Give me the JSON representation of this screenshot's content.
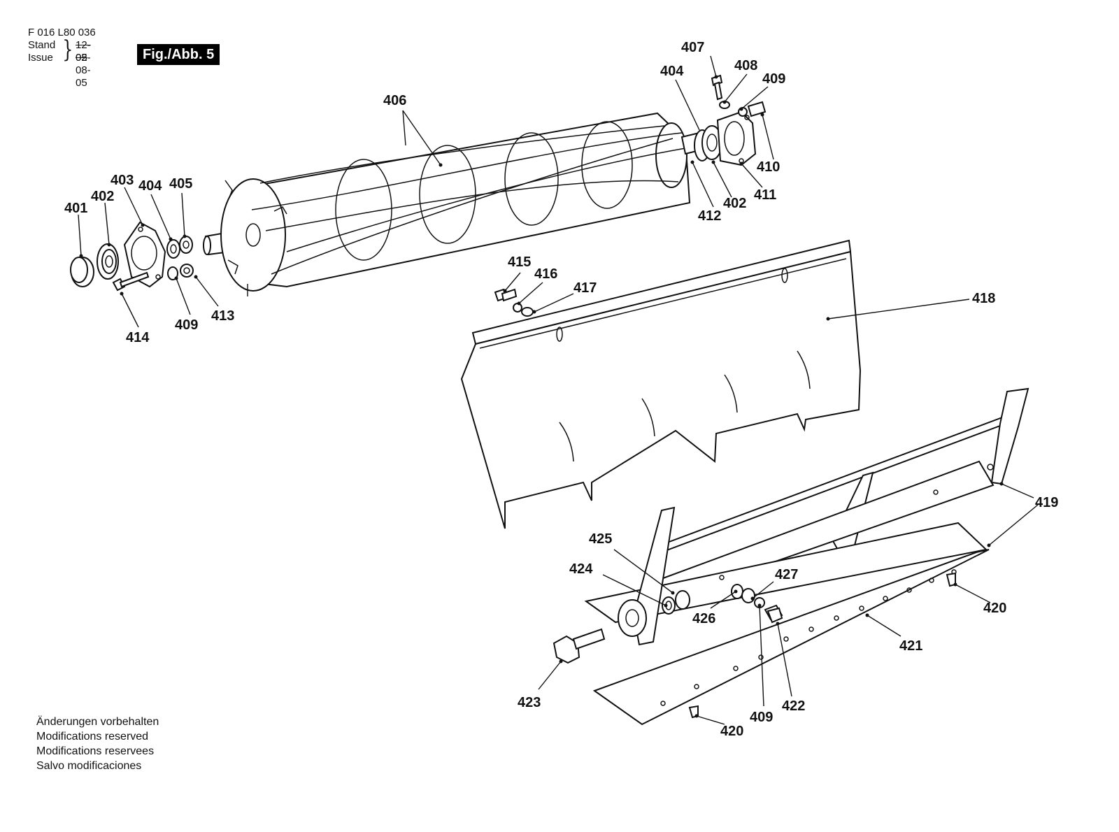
{
  "document": {
    "part_code": "F 016 L80 036",
    "stand_label": "Stand",
    "issue_label": "Issue",
    "stand_old_date": "12-05",
    "issue_date": "02-08-05",
    "figure_label": "Fig./Abb. 5"
  },
  "callouts": [
    {
      "id": "c401",
      "text": "401"
    },
    {
      "id": "c402a",
      "text": "402"
    },
    {
      "id": "c403",
      "text": "403"
    },
    {
      "id": "c404a",
      "text": "404"
    },
    {
      "id": "c405",
      "text": "405"
    },
    {
      "id": "c406",
      "text": "406"
    },
    {
      "id": "c407",
      "text": "407"
    },
    {
      "id": "c404b",
      "text": "404"
    },
    {
      "id": "c408",
      "text": "408"
    },
    {
      "id": "c409a",
      "text": "409"
    },
    {
      "id": "c410",
      "text": "410"
    },
    {
      "id": "c411",
      "text": "411"
    },
    {
      "id": "c402b",
      "text": "402"
    },
    {
      "id": "c412",
      "text": "412"
    },
    {
      "id": "c409b",
      "text": "409"
    },
    {
      "id": "c413",
      "text": "413"
    },
    {
      "id": "c414",
      "text": "414"
    },
    {
      "id": "c415",
      "text": "415"
    },
    {
      "id": "c416",
      "text": "416"
    },
    {
      "id": "c417",
      "text": "417"
    },
    {
      "id": "c418",
      "text": "418"
    },
    {
      "id": "c419",
      "text": "419"
    },
    {
      "id": "c420a",
      "text": "420"
    },
    {
      "id": "c425",
      "text": "425"
    },
    {
      "id": "c424",
      "text": "424"
    },
    {
      "id": "c427",
      "text": "427"
    },
    {
      "id": "c426",
      "text": "426"
    },
    {
      "id": "c421",
      "text": "421"
    },
    {
      "id": "c423",
      "text": "423"
    },
    {
      "id": "c409c",
      "text": "409"
    },
    {
      "id": "c422",
      "text": "422"
    },
    {
      "id": "c420b",
      "text": "420"
    }
  ],
  "footer": {
    "lines": [
      "Änderungen vorbehalten",
      "Modifications reserved",
      "Modifications reservees",
      "Salvo modificaciones"
    ]
  }
}
